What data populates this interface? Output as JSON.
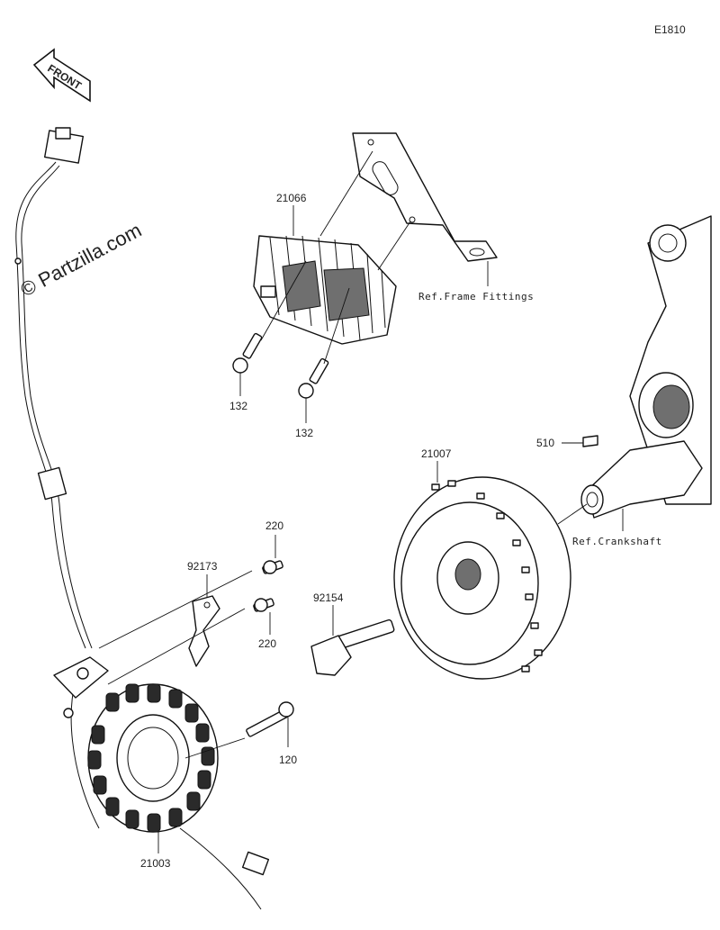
{
  "diagram": {
    "code": "E1810",
    "front_label": "FRONT",
    "watermark": "© Partzilla.com",
    "parts": [
      {
        "id": "21066",
        "label": "21066"
      },
      {
        "id": "132a",
        "label": "132"
      },
      {
        "id": "132b",
        "label": "132"
      },
      {
        "id": "21007",
        "label": "21007"
      },
      {
        "id": "510",
        "label": "510"
      },
      {
        "id": "92173",
        "label": "92173"
      },
      {
        "id": "220a",
        "label": "220"
      },
      {
        "id": "220b",
        "label": "220"
      },
      {
        "id": "92154",
        "label": "92154"
      },
      {
        "id": "120",
        "label": "120"
      },
      {
        "id": "21003",
        "label": "21003"
      }
    ],
    "references": {
      "frame": "Ref.Frame Fittings",
      "crankshaft": "Ref.Crankshaft"
    }
  }
}
